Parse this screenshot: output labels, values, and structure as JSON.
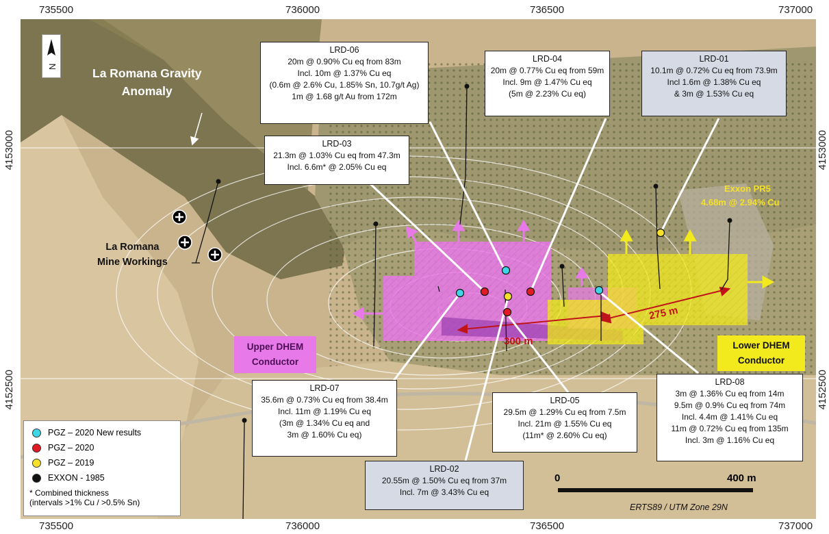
{
  "coords": {
    "top": [
      "735500",
      "736000",
      "736500",
      "737000"
    ],
    "bottom": [
      "735500",
      "736000",
      "736500",
      "737000"
    ],
    "left": [
      "4153000",
      "4152500"
    ],
    "right": [
      "4153000",
      "4152500"
    ]
  },
  "labels": {
    "gravity": "La Romana Gravity\nAnomaly",
    "mine": "La Romana\nMine Workings",
    "upper_dhem": "Upper DHEM\nConductor",
    "lower_dhem": "Lower DHEM\nConductor",
    "exxon_title": "Exxon PR5",
    "exxon_value": "4.68m @ 2.94% Cu",
    "dist_300": "300 m",
    "dist_275": "275 m",
    "north": "N"
  },
  "callouts": {
    "lrd06": {
      "title": "LRD-06",
      "lines": [
        "20m @ 0.90% Cu eq from 83m",
        "Incl. 10m @ 1.37% Cu eq",
        "(0.6m @ 2.6% Cu, 1.85% Sn, 10.7g/t Ag)",
        "1m @ 1.68 g/t Au from 172m"
      ]
    },
    "lrd04": {
      "title": "LRD-04",
      "lines": [
        "20m @ 0.77% Cu eq from 59m",
        "Incl. 9m @ 1.47% Cu eq",
        "(5m @ 2.23% Cu eq)"
      ]
    },
    "lrd01": {
      "title": "LRD-01",
      "lines": [
        "10.1m @ 0.72% Cu eq from 73.9m",
        "Incl 1.6m @ 1.38% Cu eq",
        "& 3m @ 1.53% Cu eq"
      ]
    },
    "lrd03": {
      "title": "LRD-03",
      "lines": [
        "21.3m @ 1.03% Cu eq from 47.3m",
        "Incl. 6.6m* @ 2.05% Cu eq"
      ]
    },
    "lrd07": {
      "title": "LRD-07",
      "lines": [
        "35.6m @ 0.73% Cu eq from 38.4m",
        "Incl. 11m @ 1.19% Cu eq",
        "(3m @ 1.34% Cu eq and",
        "3m @ 1.60% Cu eq)"
      ]
    },
    "lrd05": {
      "title": "LRD-05",
      "lines": [
        "29.5m @ 1.29% Cu eq from 7.5m",
        "Incl. 21m @ 1.55% Cu eq",
        "(11m* @ 2.60% Cu eq)"
      ]
    },
    "lrd08": {
      "title": "LRD-08",
      "lines": [
        "3m @ 1.36% Cu eq from 14m",
        "9.5m @ 0.9% Cu eq from 74m",
        "Incl. 4.4m @ 1.41% Cu eq",
        "11m @ 0.72% Cu eq from 135m",
        "Incl. 3m @ 1.16% Cu eq"
      ]
    },
    "lrd02": {
      "title": "LRD-02",
      "lines": [
        "20.55m @ 1.50% Cu eq from 37m",
        "Incl. 7m @ 3.43% Cu eq"
      ]
    }
  },
  "legend": {
    "items": [
      {
        "label": "PGZ – 2020 New results",
        "color": "#3fd6e6"
      },
      {
        "label": "PGZ – 2020",
        "color": "#e01b24"
      },
      {
        "label": "PGZ – 2019",
        "color": "#f5e12a"
      },
      {
        "label": "EXXON - 1985",
        "color": "#111111"
      }
    ],
    "note_line1": "* Combined thickness",
    "note_line2": "(intervals >1% Cu / >0.5% Sn)"
  },
  "scale": {
    "start": "0",
    "end": "400 m"
  },
  "crs": "ERTS89 / UTM Zone 29N",
  "colors": {
    "upper_dhem": "#e879e8",
    "lower_dhem": "#f2ea1c",
    "arrow": "#c0141a"
  }
}
